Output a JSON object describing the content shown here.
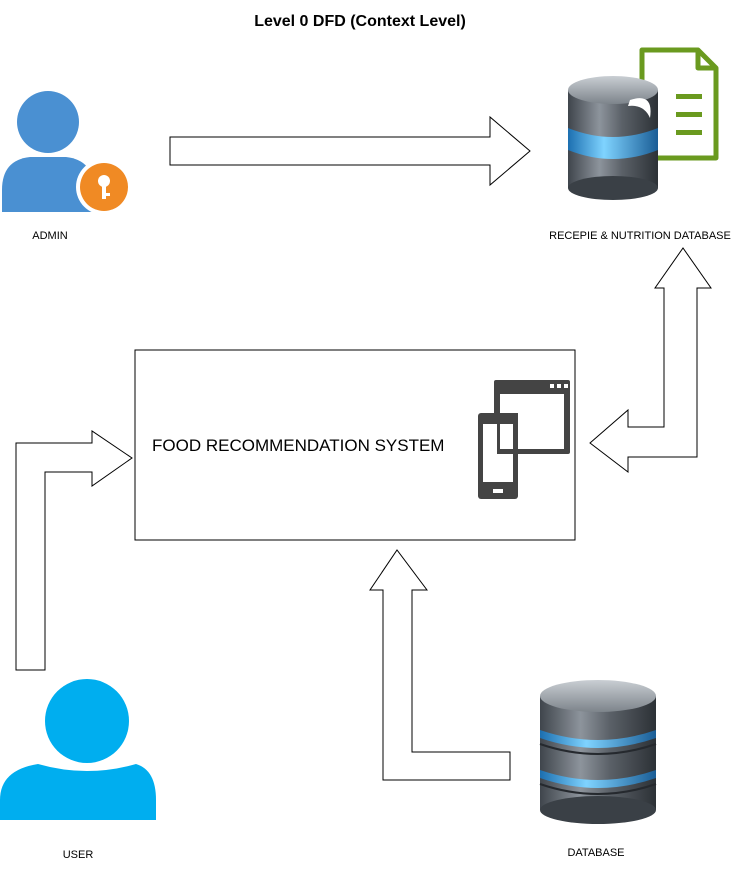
{
  "diagram": {
    "title": "Level 0 DFD (Context Level)",
    "nodes": {
      "admin": {
        "label": "ADMIN",
        "icon": "admin-user-key-icon",
        "color": "#4a90d2",
        "badge_color": "#f08a24"
      },
      "recipe_db": {
        "label": "RECEPIE & NUTRITION DATABASE",
        "icon": "database-document-icon",
        "accent": "#2fa7e6",
        "doc_color": "#6a9a1f"
      },
      "system": {
        "label": "FOOD RECOMMENDATION SYSTEM",
        "icon": "desktop-mobile-icon"
      },
      "user": {
        "label": "USER",
        "icon": "user-icon",
        "color": "#00aeef"
      },
      "database": {
        "label": "DATABASE",
        "icon": "database-icon",
        "accent": "#2fa7e6"
      }
    },
    "flows": [
      {
        "from": "admin",
        "to": "recipe_db"
      },
      {
        "from": "user",
        "to": "system"
      },
      {
        "from": "database",
        "to": "system"
      },
      {
        "from": "system",
        "to": "recipe_db",
        "bidirectional": true
      }
    ]
  }
}
